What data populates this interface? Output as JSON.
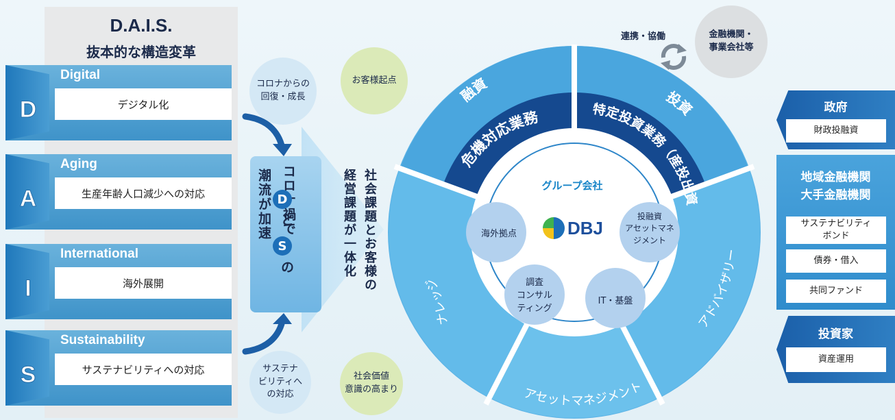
{
  "dais": {
    "title": "D.A.I.S.",
    "subtitle": "抜本的な構造変革",
    "rows": [
      {
        "letter": "D",
        "label": "Digital",
        "desc": "デジタル化"
      },
      {
        "letter": "A",
        "label": "Aging",
        "desc": "生産年齢人口減少への対応"
      },
      {
        "letter": "I",
        "label": "International",
        "desc": "海外展開"
      },
      {
        "letter": "S",
        "label": "Sustainability",
        "desc": "サステナビリティへの対応"
      }
    ]
  },
  "drivers": {
    "top_left": [
      "コロナからの",
      "回復・成長"
    ],
    "top_right": "お客様起点",
    "bottom_left": [
      "サステナ",
      "ビリティへ",
      "の対応"
    ],
    "bottom_right": [
      "社会価値",
      "意識の高まり"
    ]
  },
  "pillar": {
    "col1": "コロナ禍で",
    "dot_d": "D",
    "and": "と",
    "dot_s": "S",
    "no": "の",
    "col2": "潮流が加速"
  },
  "wedge": {
    "col1": "社会課題とお客様の",
    "col2": "経営課題が一体化"
  },
  "wheel": {
    "segments": {
      "yushi": "融資",
      "kiki": "危機対応業務",
      "toushi": "投資",
      "tokutei": "特定投資業務（産投出資）",
      "knowledge": "ナレッジ",
      "asset": "アセットマネジメント",
      "advisory": "アドバイザリー"
    },
    "center_title": "グループ会社",
    "brand": "DBJ",
    "nodes": {
      "overseas": "海外拠点",
      "investment": [
        "投融資",
        "アセットマネ",
        "ジメント"
      ],
      "research": [
        "調査",
        "コンサル",
        "ティング"
      ],
      "it": "IT・基盤"
    }
  },
  "partners": {
    "coop_label": "連携・協働",
    "circle": [
      "金融機関・",
      "事業会社等"
    ]
  },
  "right_panel": {
    "gov": {
      "title": "政府",
      "item": "財政投融資"
    },
    "local": {
      "title_1": "地域金融機関",
      "title_2": "大手金融機関",
      "items": [
        [
          "サステナビリティ",
          "ボンド"
        ],
        [
          "債券・借入"
        ],
        [
          "共同ファンド"
        ]
      ]
    },
    "investor": {
      "title": "投資家",
      "item": "資産運用"
    }
  },
  "colors": {
    "dark_blue": "#1a4f9c",
    "mid_blue": "#4aa6de",
    "light_blue": "#cfe7f6",
    "green_circle": "#dbeab8"
  }
}
